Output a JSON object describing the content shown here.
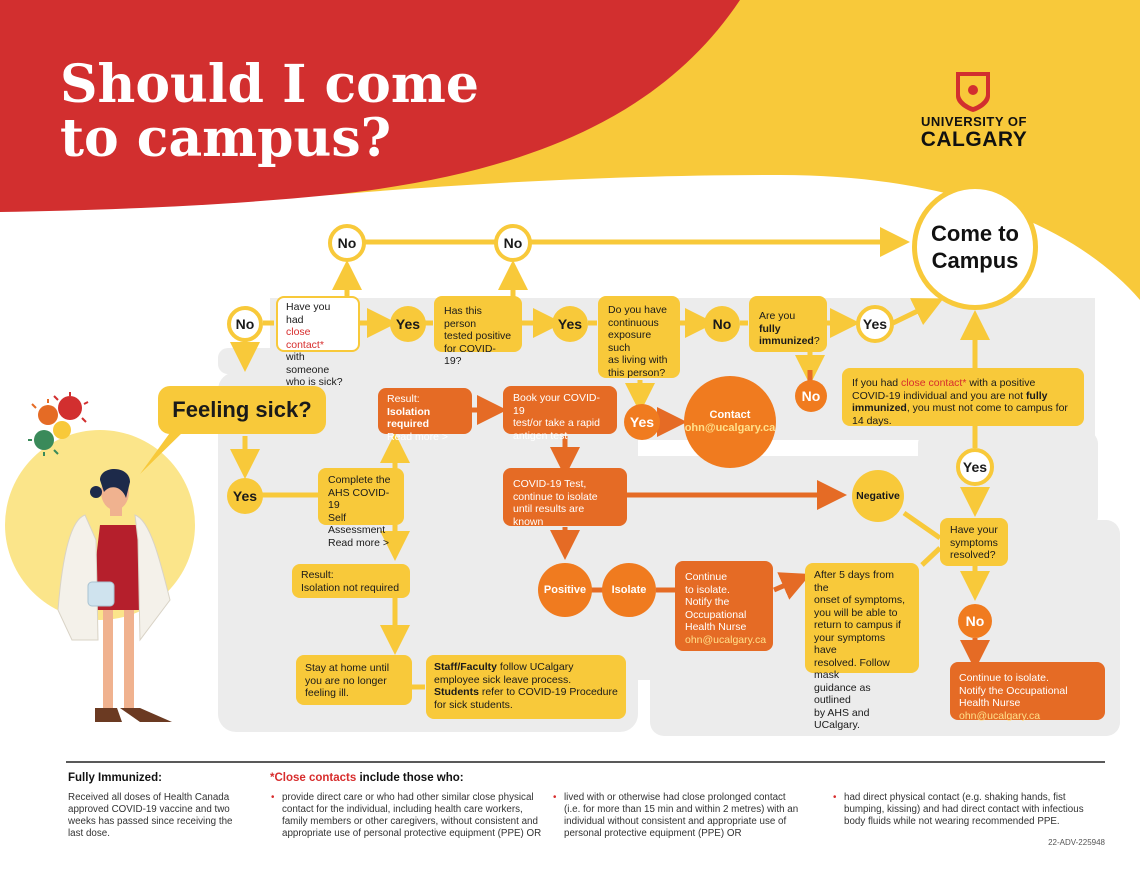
{
  "header": {
    "title_line1": "Should I come",
    "title_line2": "to campus?",
    "logo_line1": "UNIVERSITY OF",
    "logo_line2": "CALGARY"
  },
  "colors": {
    "red": "#d72d2d",
    "yellow": "#f8c93a",
    "orange": "#e56b25",
    "gray": "#ececec"
  },
  "flow": {
    "feeling_sick": "Feeling sick?",
    "no1": "No",
    "yes1": "Yes",
    "q_close_contact": {
      "l1": "Have you had",
      "l2": "close contact*",
      "l3": "with someone",
      "l4": "who is sick?"
    },
    "no_top1": "No",
    "yes2": "Yes",
    "q_tested": {
      "l1": "Has this person",
      "l2": "tested positive",
      "l3": "for COVID-19?"
    },
    "no_top2": "No",
    "yes3": "Yes",
    "q_exposure": {
      "l1": "Do you have",
      "l2": "continuous",
      "l3": "exposure such",
      "l4": "as living with",
      "l5": "this person?"
    },
    "no4": "No",
    "q_immunized": {
      "l1a": "Are you ",
      "l1b": "fully",
      "l2a": "immunized",
      "l2b": "?"
    },
    "yes5": "Yes",
    "come_to_campus": {
      "l1": "Come to",
      "l2": "Campus"
    },
    "no5": "No",
    "if_contact": {
      "a": "If you had ",
      "b": "close contact*",
      "c": " with a positive COVID-19 individual and you are not ",
      "d": "fully immunized",
      "e": ", you must not come to campus for 14 days."
    },
    "yes_exposure": "Yes",
    "contact_ohn": {
      "l1": "Contact",
      "l2": "ohn@ucalgary.ca"
    },
    "result_isolation": {
      "l1": "Result:",
      "l2": "Isolation required",
      "l3": "Read more >"
    },
    "book_test": {
      "l1": "Book your COVID-19",
      "l2": "test/or take a rapid",
      "l3": "antigen test"
    },
    "complete_ahs": {
      "l1": "Complete the",
      "l2": "AHS COVID-19",
      "l3": "Self Assessment",
      "l4": "Read more >"
    },
    "covid_test": {
      "l1": "COVID-19 Test,",
      "l2": "continue to isolate",
      "l3": "until results are known"
    },
    "negative": "Negative",
    "yes_resolved": "Yes",
    "q_symptoms": {
      "l1": "Have your",
      "l2": "symptoms",
      "l3": "resolved?"
    },
    "no_symptoms": "No",
    "result_not_required": {
      "l1": "Result:",
      "l2": "Isolation not required"
    },
    "positive": "Positive",
    "isolate": "Isolate",
    "continue_isolate": {
      "l1": "Continue",
      "l2": "to isolate.",
      "l3": "Notify the",
      "l4": "Occupational",
      "l5": "Health Nurse",
      "l6": "ohn@ucalgary.ca"
    },
    "after_5_days": {
      "l1": "After 5 days from the",
      "l2": "onset of symptoms,",
      "l3": "you will be able to",
      "l4": "return to campus if",
      "l5": "your symptoms have",
      "l6": "resolved. Follow mask",
      "l7": "guidance as outlined",
      "l8": "by AHS and UCalgary."
    },
    "stay_home": {
      "l1": "Stay at home until",
      "l2": "you are no longer",
      "l3": "feeling ill."
    },
    "staff_faculty": {
      "a": "Staff/Faculty",
      "b": " follow UCalgary employee sick leave process.",
      "c": "Students",
      "d": " refer to COVID-19 Procedure for sick students."
    },
    "continue_isolate2": {
      "l1": "Continue to isolate.",
      "l2": "Notify the Occupational",
      "l3": "Health Nurse ",
      "l4": "ohn@ucalgary.ca"
    }
  },
  "footer": {
    "fully_immunized_title": "Fully Immunized:",
    "fully_immunized_text": "Received all doses of Health Canada approved COVID-19 vaccine and two weeks has passed since receiving the last dose.",
    "close_contacts_title_a": "*Close contacts",
    "close_contacts_title_b": " include those who:",
    "bullet1": "provide direct care or who had other similar close physical contact for the individual, including health care workers, family members or other caregivers, without consistent and appropriate use of personal protective equipment (PPE) OR",
    "bullet2": "lived with or otherwise had close prolonged contact (i.e. for more than 15 min and within 2 metres) with an individual without consistent and appropriate use of personal protective equipment (PPE) OR",
    "bullet3": "had direct physical contact (e.g. shaking hands, fist bumping, kissing) and had direct contact with infectious body fluids while not wearing recommended PPE.",
    "code": "22-ADV-225948"
  }
}
